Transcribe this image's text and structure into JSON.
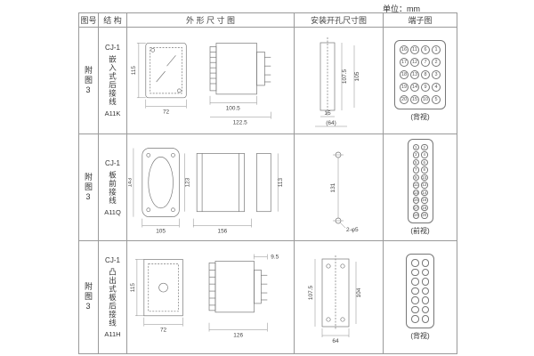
{
  "page": {
    "unit_label": "单位：mm"
  },
  "table_headers": {
    "fig_no": "图号",
    "structure": "结 构",
    "outline": "外 形 尺 寸 图",
    "mounting": "安装开孔尺寸图",
    "terminal": "端子图"
  },
  "rows": [
    {
      "fig_no": "附图3",
      "model": "CJ-1",
      "structure_text": "嵌入式后接线",
      "code": "A11K",
      "outline": {
        "height": "115",
        "width": "72",
        "depth1": "100.5",
        "depth2": "122.5"
      },
      "mounting": {
        "v1": "107.5",
        "v2": "105",
        "h1": "15",
        "h2": "(64)"
      },
      "terminal": {
        "view": "(背视)",
        "pins": [
          [
            "16",
            "11",
            "6",
            "1"
          ],
          [
            "17",
            "12",
            "7",
            "2"
          ],
          [
            "18",
            "13",
            "8",
            "3"
          ],
          [
            "19",
            "14",
            "9",
            "4"
          ],
          [
            "20",
            "15",
            "10",
            "5"
          ]
        ]
      }
    },
    {
      "fig_no": "附图3",
      "model": "CJ-1",
      "structure_text": "板前接线",
      "code": "A11Q",
      "outline": {
        "height": "143",
        "height2": "123",
        "width": "105",
        "depth1": "156",
        "depth2": "113"
      },
      "mounting": {
        "v1": "131",
        "hole": "2-φ5"
      },
      "terminal": {
        "view": "(前视)",
        "pins": [
          [
            "1",
            "2"
          ],
          [
            "3",
            "4"
          ],
          [
            "5",
            "6"
          ],
          [
            "7",
            "8"
          ],
          [
            "9",
            "10"
          ],
          [
            "11",
            "12"
          ],
          [
            "13",
            "14"
          ],
          [
            "15",
            "16"
          ],
          [
            "17",
            "18"
          ],
          [
            "19",
            "20"
          ]
        ]
      }
    },
    {
      "fig_no": "附图3",
      "model": "CJ-1",
      "structure_text": "凸出式板后接线",
      "code": "A11H",
      "outline": {
        "height": "115",
        "width": "72",
        "pin": "9.5",
        "depth": "126"
      },
      "mounting": {
        "v1": "107.5",
        "v2": "104",
        "h1": "64"
      },
      "terminal": {
        "view": "(背视)",
        "pins": [
          [
            "",
            ""
          ],
          [
            "",
            ""
          ],
          [
            "",
            ""
          ],
          [
            "",
            ""
          ],
          [
            "",
            ""
          ],
          [
            "",
            ""
          ],
          [
            "",
            ""
          ]
        ]
      }
    }
  ]
}
